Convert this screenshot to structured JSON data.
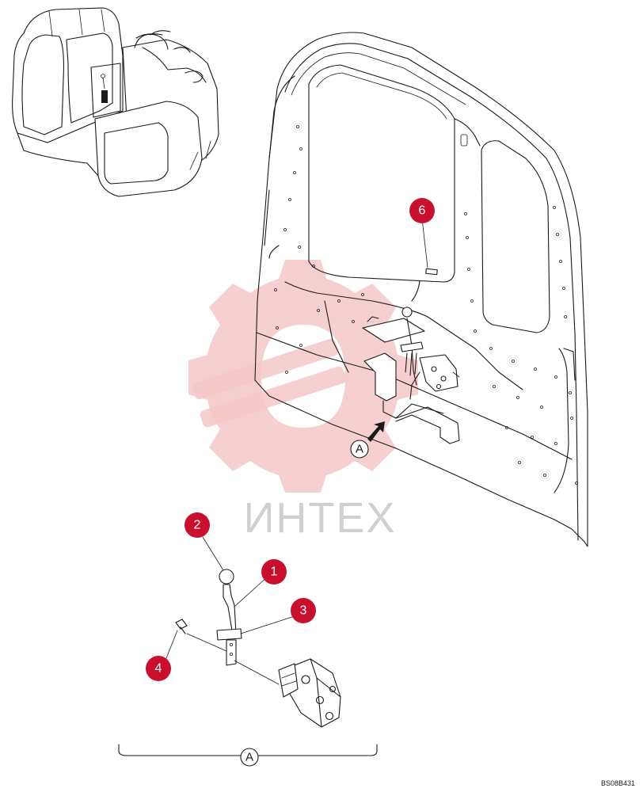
{
  "callouts": [
    {
      "id": "callout-1",
      "label": "1"
    },
    {
      "id": "callout-2",
      "label": "2"
    },
    {
      "id": "callout-3",
      "label": "3"
    },
    {
      "id": "callout-4",
      "label": "4"
    },
    {
      "id": "callout-6",
      "label": "6"
    }
  ],
  "view_marker": {
    "label": "A"
  },
  "detail_view_label": "A",
  "watermark": {
    "text": "ИНТЕХ"
  },
  "drawing_code": "BS08B431",
  "colors": {
    "callout": "#c8102e",
    "watermark_gear": "#f4c8c8",
    "watermark_text": "#d0d0d0",
    "line": "#1a1a1a"
  }
}
